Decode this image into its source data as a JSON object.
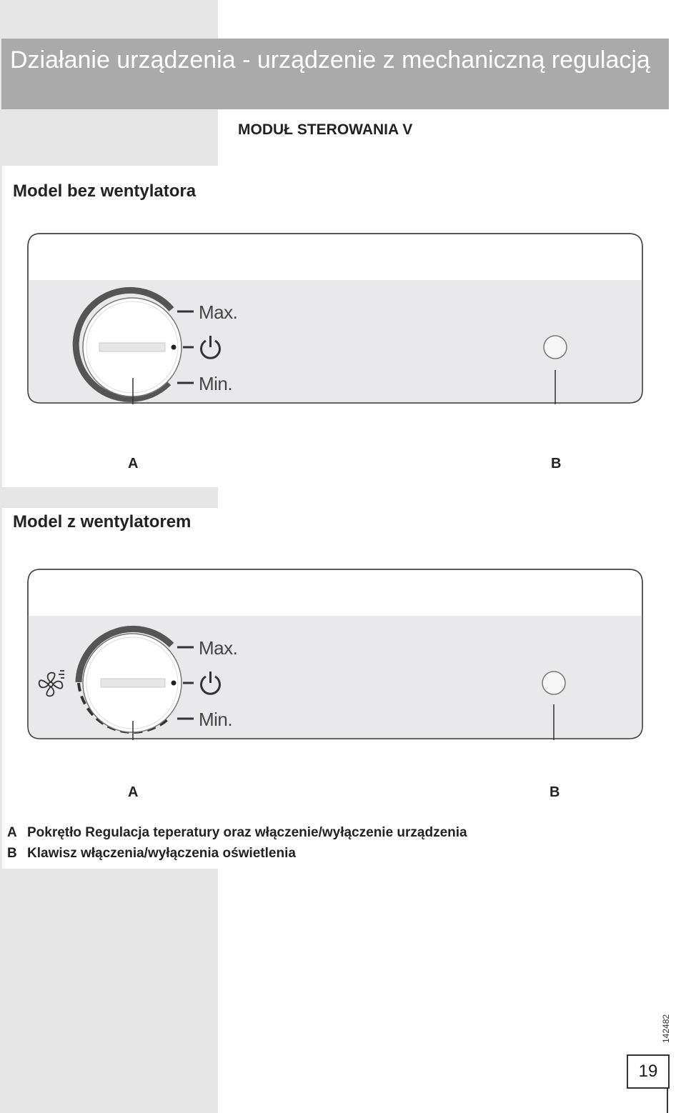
{
  "header": {
    "title": "Działanie urządzenia - urządzenie z mechaniczną regulacją",
    "module": "MODUŁ STEROWANIA V"
  },
  "sections": [
    {
      "title": "Model bez wentylatora",
      "dial": {
        "max_label": "Max.",
        "min_label": "Min.",
        "power_icon": "power-icon"
      },
      "callouts": [
        "A",
        "B"
      ]
    },
    {
      "title": "Model z wentylatorem",
      "dial": {
        "max_label": "Max.",
        "min_label": "Min.",
        "power_icon": "power-icon",
        "fan_icon": "fan-icon"
      },
      "callouts": [
        "A",
        "B"
      ]
    }
  ],
  "legend": [
    {
      "key": "A",
      "text": "Pokrętło Regulacja teperatury oraz włączenie/wyłączenie urządzenia"
    },
    {
      "key": "B",
      "text": "Klawisz włączenia/wyłączenia oświetlenia"
    }
  ],
  "footer": {
    "doc_code": "142482",
    "page_number": "19"
  },
  "colors": {
    "title_bar": "#aaaaaa",
    "left_band": "#e6e6e6",
    "panel_face": "#e9e9eb"
  }
}
